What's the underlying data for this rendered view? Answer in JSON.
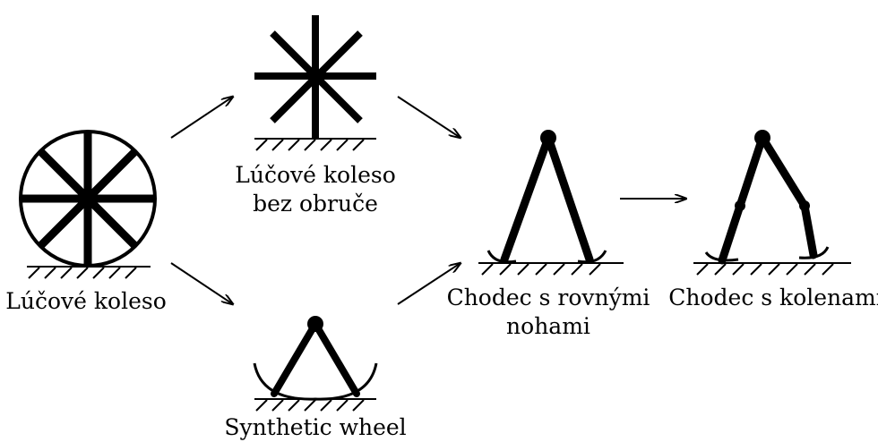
{
  "labels": {
    "spoked_wheel": "Lúčové koleso",
    "rimless_wheel": {
      "line1": "Lúčové koleso",
      "line2": "bez obruče"
    },
    "synthetic_wheel": "Synthetic wheel",
    "straight_legs_walker": {
      "line1": "Chodec s rovnými",
      "line2": "nohami"
    },
    "kneed_walker": "Chodec s kolenami"
  },
  "colors": {
    "ink": "#000000",
    "background": "#ffffff"
  }
}
